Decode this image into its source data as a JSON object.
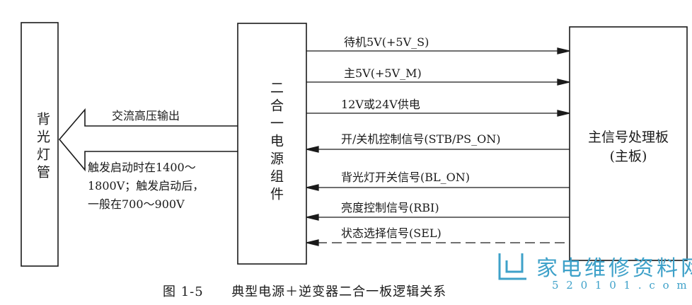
{
  "boxes": {
    "backlight": "背光灯管",
    "power": "二合一电源组件",
    "main_title": "主信号处理板",
    "main_sub": "(主板)"
  },
  "signals": [
    "待机5V(+5V_S)",
    "主5V(+5V_M)",
    "12V或24V供电",
    "开/关机控制信号(STB/PS_ON)",
    "背光灯开关信号(BL_ON)",
    "亮度控制信号(RBI)",
    "状态选择信号(SEL)"
  ],
  "output_label": "交流高压输出",
  "trigger_note": [
    "触发启动时在1400～",
    "1800V；触发启动后，",
    "一般在700～900V"
  ],
  "caption": {
    "number": "图 1-5",
    "title": "典型电源＋逆变器二合一板逻辑关系"
  },
  "watermark": {
    "title": "家电维修资料网",
    "url": "5 2 0 1 0 1 . c o m"
  },
  "colors": {
    "line": "#1a1a1a",
    "watermark": "#3ea1c9"
  }
}
